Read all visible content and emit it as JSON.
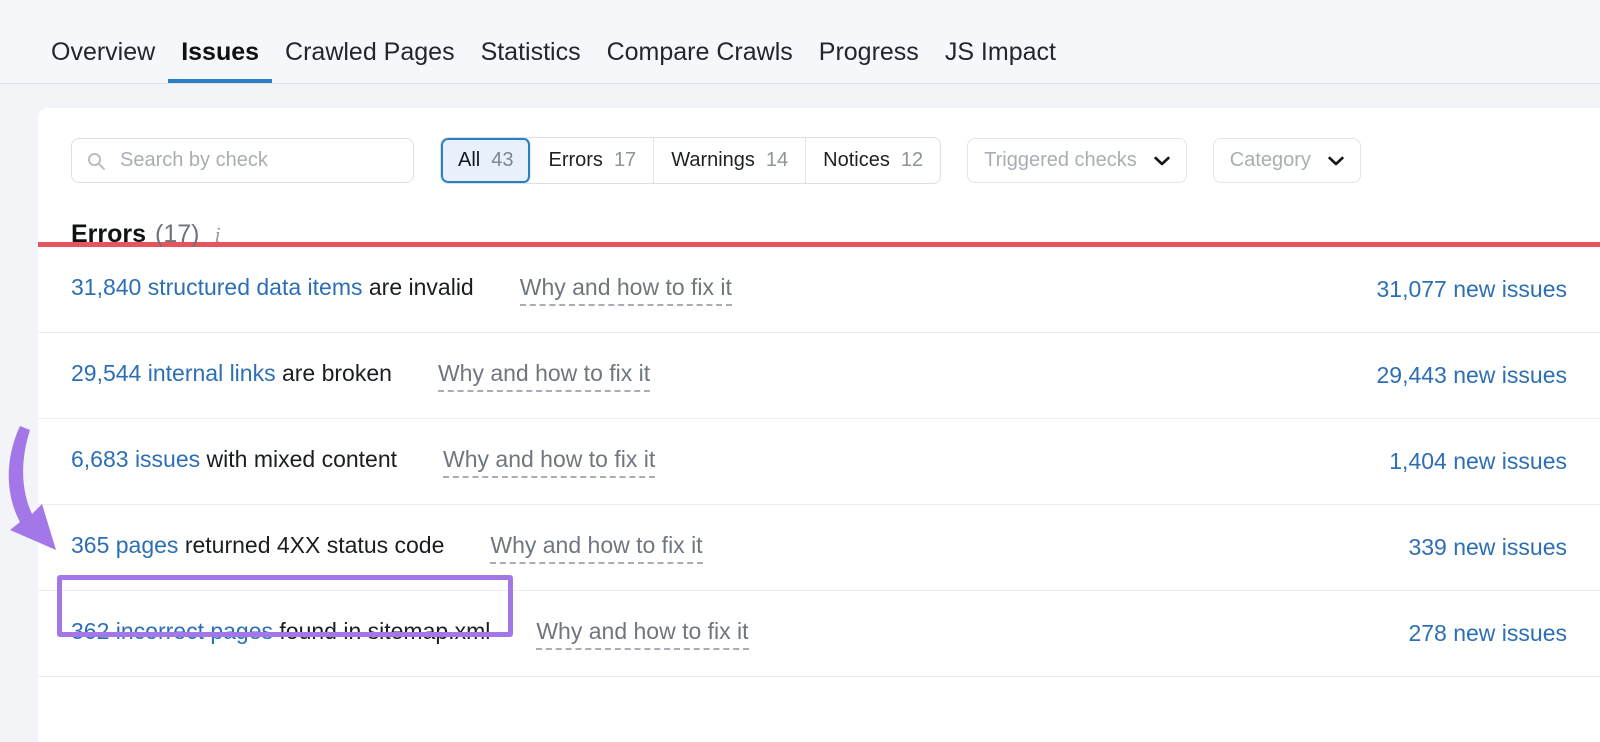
{
  "tabs": [
    {
      "label": "Overview",
      "active": false
    },
    {
      "label": "Issues",
      "active": true
    },
    {
      "label": "Crawled Pages",
      "active": false
    },
    {
      "label": "Statistics",
      "active": false
    },
    {
      "label": "Compare Crawls",
      "active": false
    },
    {
      "label": "Progress",
      "active": false
    },
    {
      "label": "JS Impact",
      "active": false
    }
  ],
  "search": {
    "placeholder": "Search by check",
    "value": "",
    "icon": "search-icon"
  },
  "filters": {
    "pills": [
      {
        "label": "All",
        "count": "43",
        "active": true
      },
      {
        "label": "Errors",
        "count": "17",
        "active": false
      },
      {
        "label": "Warnings",
        "count": "14",
        "active": false
      },
      {
        "label": "Notices",
        "count": "12",
        "active": false
      }
    ],
    "dropdowns": [
      {
        "label": "Triggered checks",
        "icon": "chevron-down-icon"
      },
      {
        "label": "Category",
        "icon": "chevron-down-icon"
      }
    ]
  },
  "section": {
    "title": "Errors",
    "count": "(17)",
    "info_icon": "i",
    "accent_color": "#e8545c"
  },
  "issues": [
    {
      "link_text": "31,840 structured data items",
      "rest_text": " are invalid",
      "fix_label": "Why and how to fix it",
      "count_label": "31,077 new issues",
      "highlighted": false
    },
    {
      "link_text": "29,544 internal links",
      "rest_text": " are broken",
      "fix_label": "Why and how to fix it",
      "count_label": "29,443 new issues",
      "highlighted": false
    },
    {
      "link_text": "6,683 issues",
      "rest_text": " with mixed content",
      "fix_label": "Why and how to fix it",
      "count_label": "1,404 new issues",
      "highlighted": false
    },
    {
      "link_text": "365 pages",
      "rest_text": " returned 4XX status code",
      "fix_label": "Why and how to fix it",
      "count_label": "339 new issues",
      "highlighted": true
    },
    {
      "link_text": "362 incorrect pages",
      "rest_text": " found in sitemap.xml",
      "fix_label": "Why and how to fix it",
      "count_label": "278 new issues",
      "highlighted": false
    }
  ],
  "annotations": {
    "color": "#a377e8",
    "highlight_target": "365 pages returned 4XX status code",
    "arrow": "curved-arrow-pointing-to-highlighted-row"
  }
}
